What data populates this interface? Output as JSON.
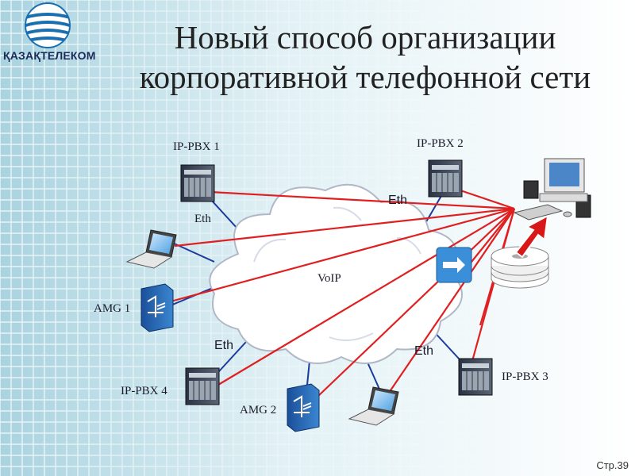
{
  "title": {
    "line1": "Новый способ организации",
    "line2": "корпоративной телефонной сети"
  },
  "logo": {
    "text": "ҚАЗАҚТЕЛЕКОМ",
    "icon": "globe-icon"
  },
  "nodes": {
    "ipbx1": "IP-PBX 1",
    "ipbx2": "IP-PBX 2",
    "ipbx3": "IP-PBX 3",
    "ipbx4": "IP-PBX 4",
    "amg1": "AMG 1",
    "amg2": "AMG 2",
    "cloud": "VoIP"
  },
  "links": {
    "eth_ipbx1": "Eth",
    "eth_ipbx2": "Eth",
    "eth_ipbx4": "Eth",
    "eth_ipbx3": "Eth"
  },
  "page_number": "Стр.39",
  "colors": {
    "red_link": "#e02020",
    "blue_link": "#1a3aa0",
    "background": "#cfe6ee",
    "cloud": "#ffffff"
  }
}
